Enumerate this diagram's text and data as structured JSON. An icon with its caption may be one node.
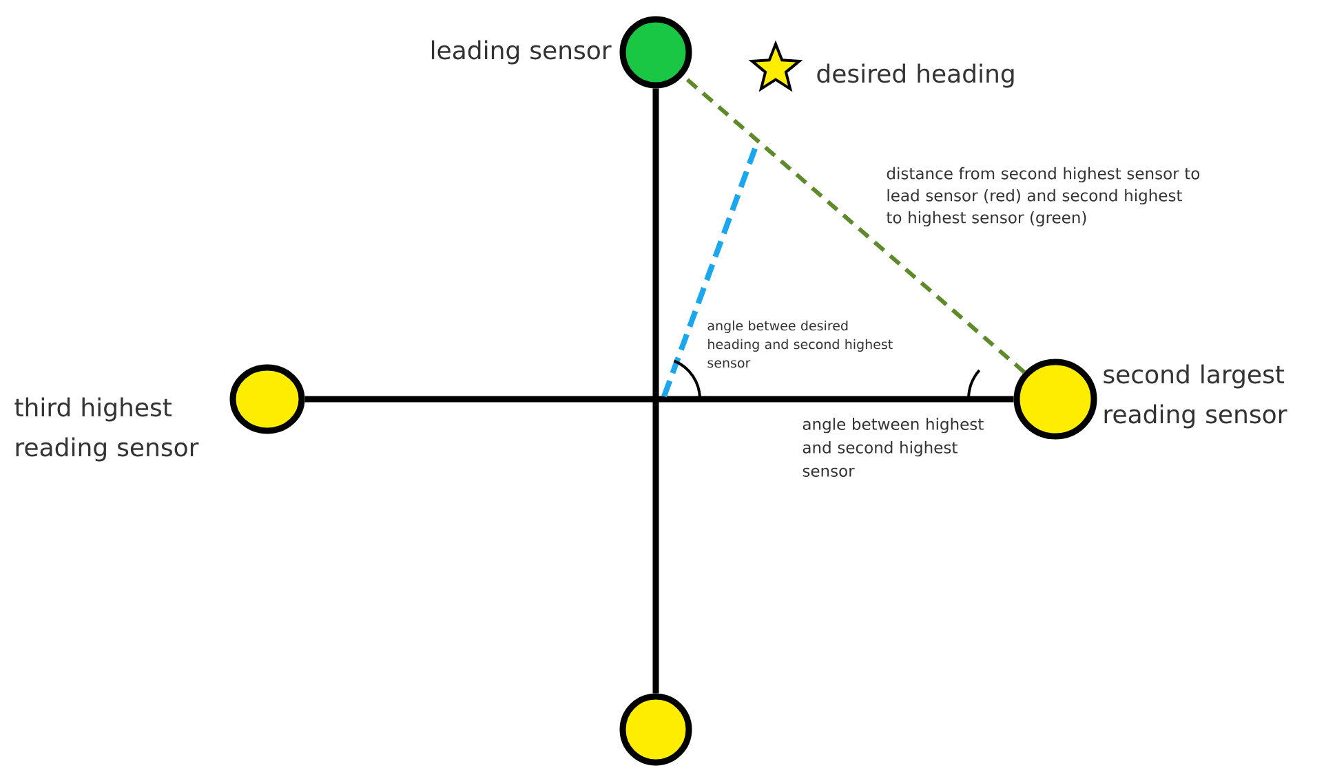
{
  "diagram": {
    "nodes": [
      {
        "text": [],
        "shape": "circle",
        "beside": [
          "leading sensor"
        ]
      },
      {
        "text": [],
        "shape": "star",
        "beside": [
          "desired heading"
        ]
      },
      {
        "text": [],
        "shape": "circle",
        "beside": [
          "third highest reading sensor"
        ]
      },
      {
        "text": [],
        "shape": "circle",
        "beside": [
          "second largest reading sensor"
        ]
      },
      {
        "text": [],
        "shape": "circle"
      }
    ],
    "edges": [
      {
        "from": 0,
        "to": 4,
        "arrow": "none"
      },
      {
        "from": 2,
        "to": 3,
        "arrow": "none"
      },
      {
        "from": 3,
        "to": 0,
        "arrow": "none",
        "style": "dashed",
        "color": "#5e8a2a"
      }
    ],
    "labels": [
      "distance from second highest sensor to lead sensor (red) and second highest to highest sensor (green)",
      "angle betwee desired heading and second highest sensor",
      "angle between highest and second highest sensor"
    ]
  }
}
